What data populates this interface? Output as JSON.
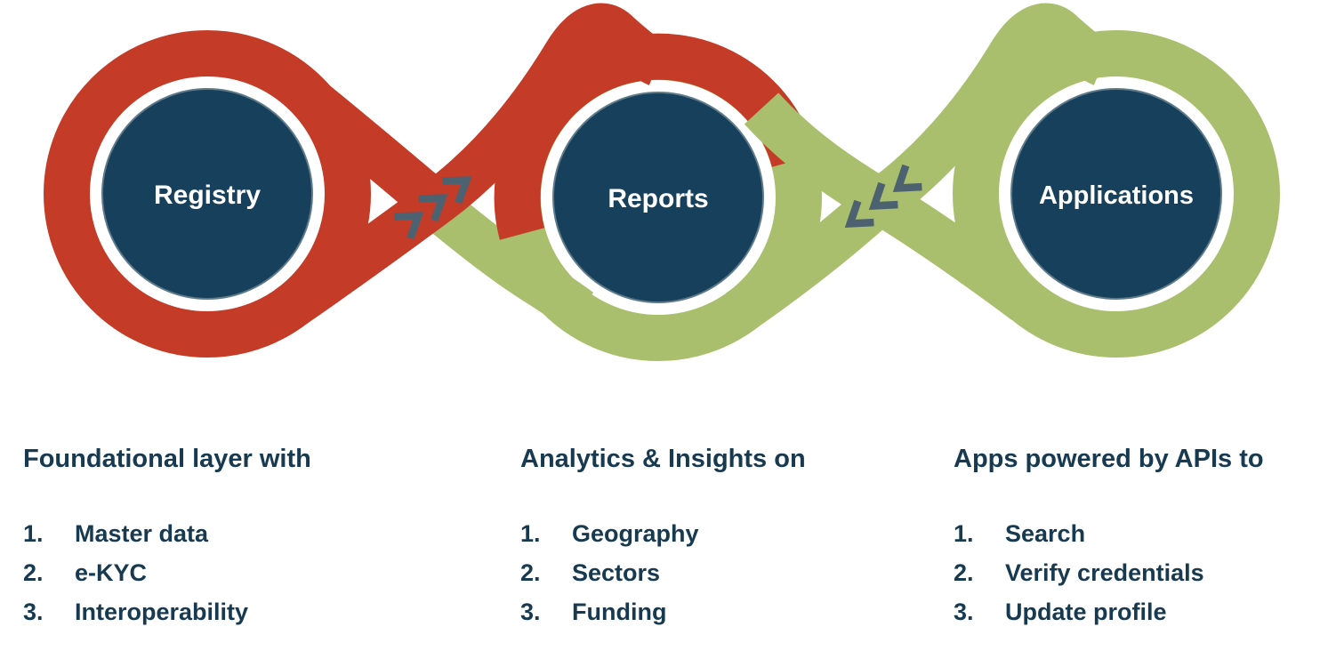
{
  "nodes": [
    {
      "label": "Registry"
    },
    {
      "label": "Reports"
    },
    {
      "label": "Applications"
    }
  ],
  "columns": [
    {
      "heading": "Foundational layer with",
      "items": [
        {
          "n": "1.",
          "text": "Master data"
        },
        {
          "n": "2.",
          "text": "e-KYC"
        },
        {
          "n": "3.",
          "text": "Interoperability"
        }
      ]
    },
    {
      "heading": "Analytics & Insights on",
      "items": [
        {
          "n": "1.",
          "text": "Geography"
        },
        {
          "n": "2.",
          "text": "Sectors"
        },
        {
          "n": "3.",
          "text": "Funding"
        }
      ]
    },
    {
      "heading": "Apps powered by APIs to",
      "items": [
        {
          "n": "1.",
          "text": "Search"
        },
        {
          "n": "2.",
          "text": "Verify credentials"
        },
        {
          "n": "3.",
          "text": "Update profile"
        }
      ]
    }
  ],
  "icons": {
    "flow_right": "chevrons-right-icon",
    "flow_left": "chevrons-left-icon"
  },
  "colors": {
    "ribbon_red": "#c43b28",
    "ribbon_green": "#a9bf6d",
    "node_fill": "#17405c",
    "text_navy": "#173a50",
    "chevron": "#4d6270"
  }
}
